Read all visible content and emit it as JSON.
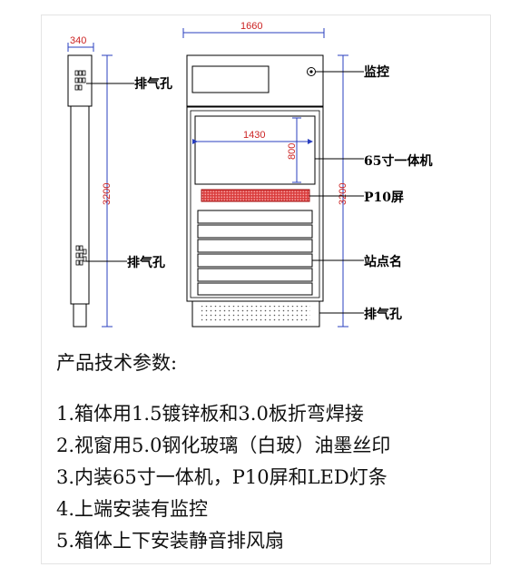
{
  "diagram": {
    "dims": {
      "side_width": "340",
      "front_width": "1660",
      "screen_width": "1430",
      "screen_height": "800",
      "side_height": "3200",
      "front_height": "3200"
    },
    "labels": {
      "side_vent_top": "排气孔",
      "side_vent_bottom": "排气孔",
      "monitor": "监控",
      "all_in_one": "65寸一体机",
      "p10_screen": "P10屏",
      "station_name": "站点名",
      "front_vent": "排气孔"
    },
    "colors": {
      "dimension": "#cc2222",
      "dimension_line": "#2a3fbf",
      "p10_fill": "#d93a3a"
    }
  },
  "specs": {
    "title": "产品技术参数:",
    "items": [
      "1.箱体用1.5镀锌板和3.0板折弯焊接",
      "2.视窗用5.0钢化玻璃（白玻）油墨丝印",
      "3.内装65寸一体机，P10屏和LED灯条",
      "4.上端安装有监控",
      "5.箱体上下安装静音排风扇"
    ]
  }
}
